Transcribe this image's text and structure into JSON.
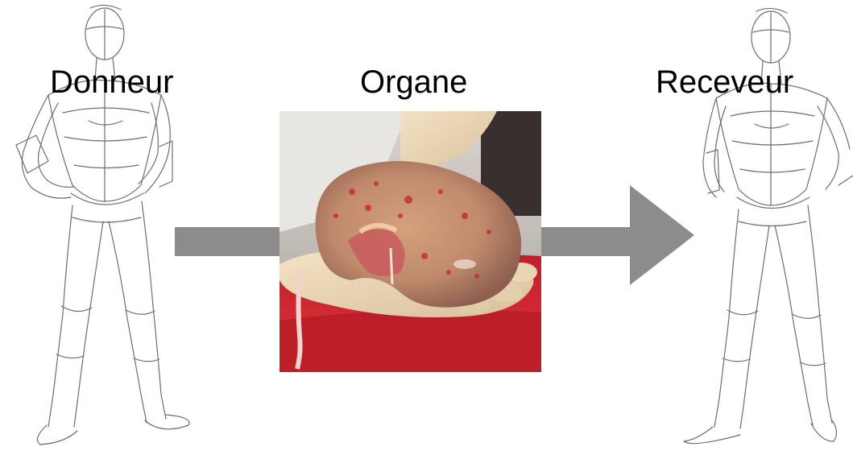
{
  "labels": {
    "donor": "Donneur",
    "organ": "Organe",
    "recipient": "Receveur"
  },
  "icons": {
    "donor_figure": "human-sketch-figure",
    "recipient_figure": "human-sketch-figure",
    "organ_photo": "kidney-in-hand-photo",
    "arrow": "right-arrow"
  },
  "colors": {
    "arrow": "#8c8c8c",
    "sketch_line": "#6e6e6e",
    "text": "#000000"
  }
}
